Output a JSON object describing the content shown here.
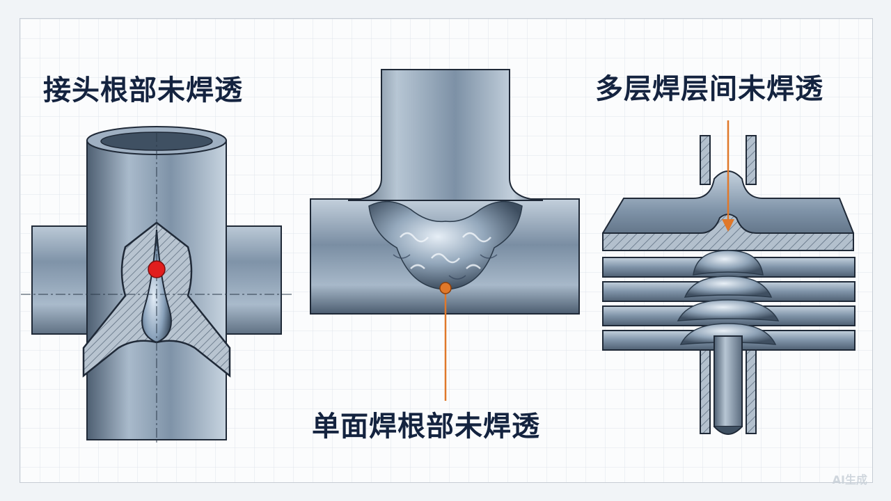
{
  "labels": {
    "left": "接头根部未焊透",
    "middle": "单面焊根部未焊透",
    "right": "多层焊层间未焊透"
  },
  "watermark": "AI生成",
  "colors": {
    "steel": "#8fa3b8",
    "steel_dark": "#4e5f72",
    "outline": "#1f2937",
    "defect_marker": "#e11d1d",
    "leader_line": "#e0782a",
    "label_text": "#14233f",
    "grid": "#dfe4ea",
    "hatch": "#5a6b7d"
  }
}
